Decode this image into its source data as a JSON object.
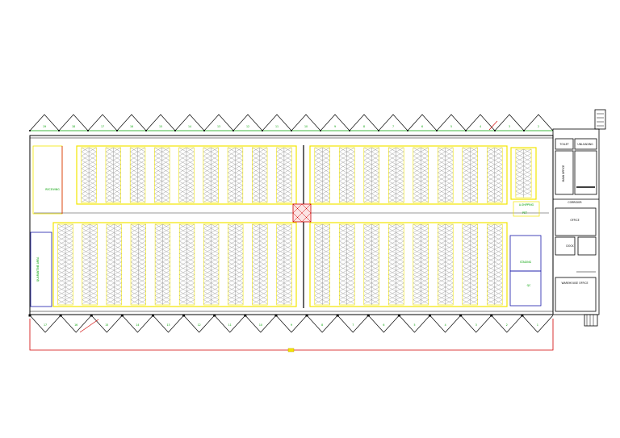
{
  "plan": {
    "colors": {
      "background": "#ffffff",
      "structure": "#000000",
      "rack_outline": "#f2e600",
      "rack_fill": "#9a9a9a",
      "label_green": "#00a000",
      "zone_red": "#d10000",
      "zone_blue": "#1a1aaa",
      "zone_green": "#2a9a2a",
      "center_marker": "#e84040"
    },
    "top_gable_labels": [
      "19",
      "18",
      "17",
      "16",
      "15",
      "14",
      "13",
      "12",
      "11",
      "10",
      "9",
      "8",
      "7",
      "6",
      "5",
      "4",
      "3",
      "2"
    ],
    "bottom_gable_labels": [
      "17",
      "16",
      "15",
      "14",
      "13",
      "12",
      "11",
      "10",
      "9",
      "8",
      "7",
      "6",
      "5",
      "4",
      "3",
      "2",
      "1"
    ],
    "zones": {
      "left_top": "RECEIVING",
      "left_bottom": "QUARANTINE AREA",
      "mid_right": "A-SHIPPING",
      "mid_right_small": "PET",
      "right_lower_upper": "STAGING",
      "right_lower_lower": "QC"
    },
    "office": {
      "top_a": "TOILET",
      "top_b": "UNLOADING",
      "side": "MAIN OFFICE",
      "band": "CORRIDOR",
      "mid": "OFFICE",
      "mid_b": "DOCK",
      "bottom": "WAREHOUSE OFFICE"
    }
  }
}
